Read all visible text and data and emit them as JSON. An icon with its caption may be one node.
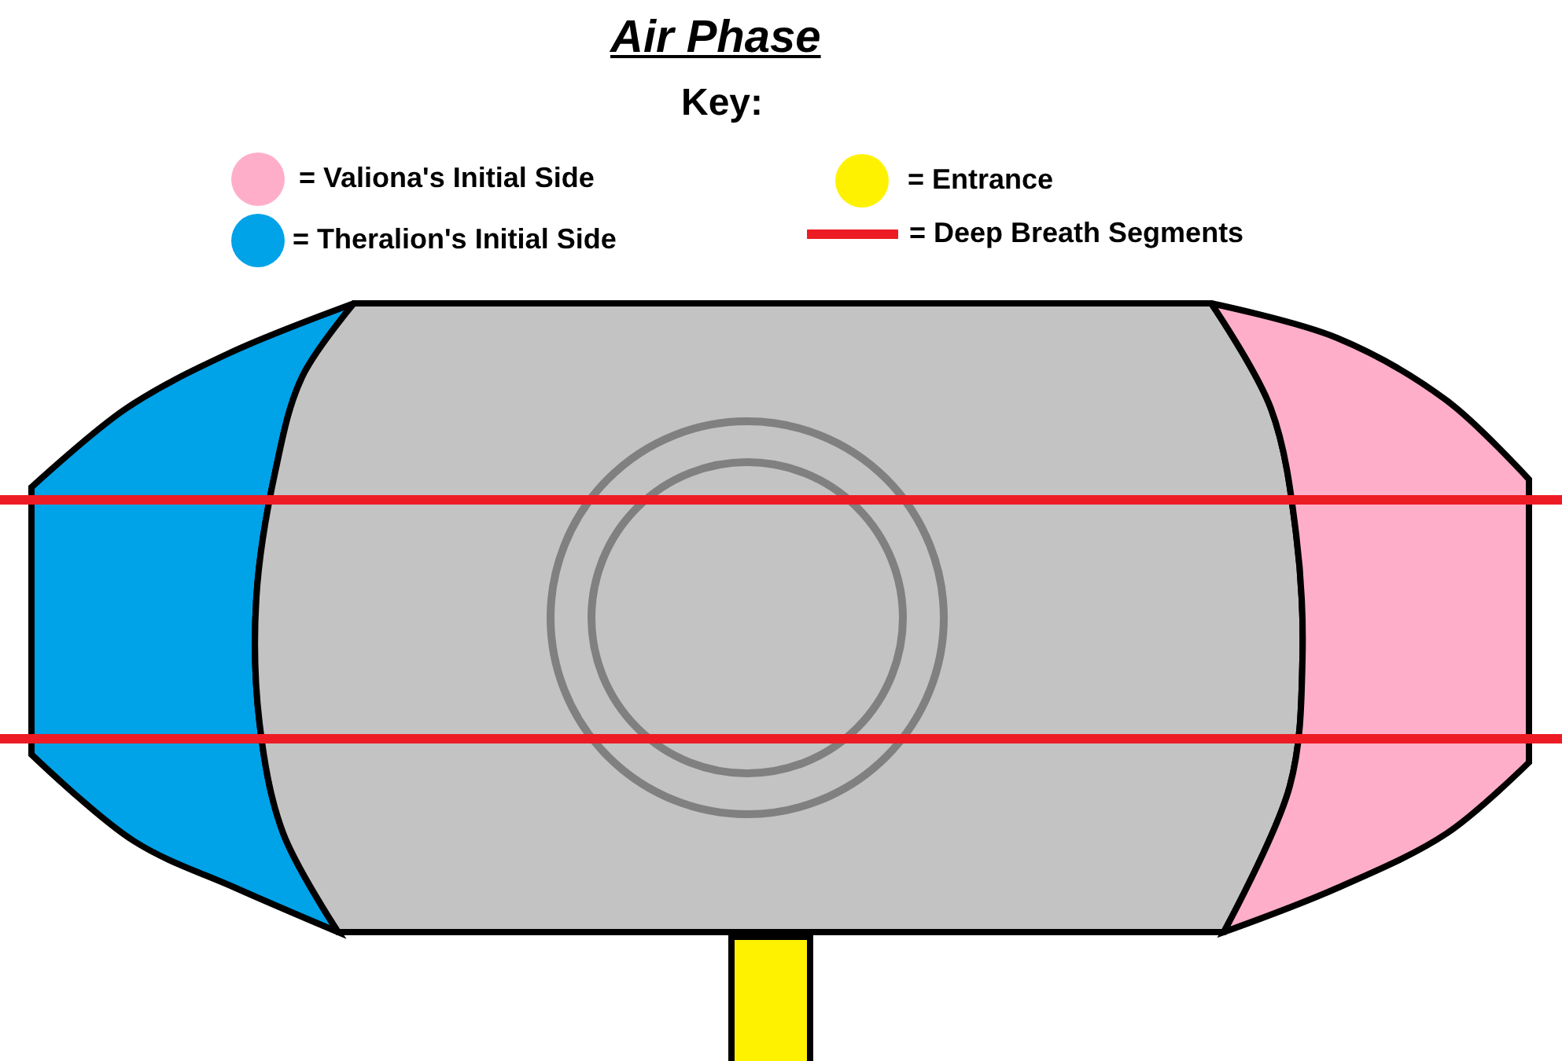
{
  "diagram": {
    "title": "Air Phase",
    "labels": [
      "Key:"
    ],
    "legend": [
      {
        "text": "= Valiona's Initial Side",
        "color": "#ffaec9"
      },
      {
        "text": "= Theralion's Initial Side",
        "color": "#00a2e8"
      },
      {
        "text": "= Entrance",
        "color": "#fff200"
      },
      {
        "text": "= Deep Breath Segments"
      }
    ]
  }
}
